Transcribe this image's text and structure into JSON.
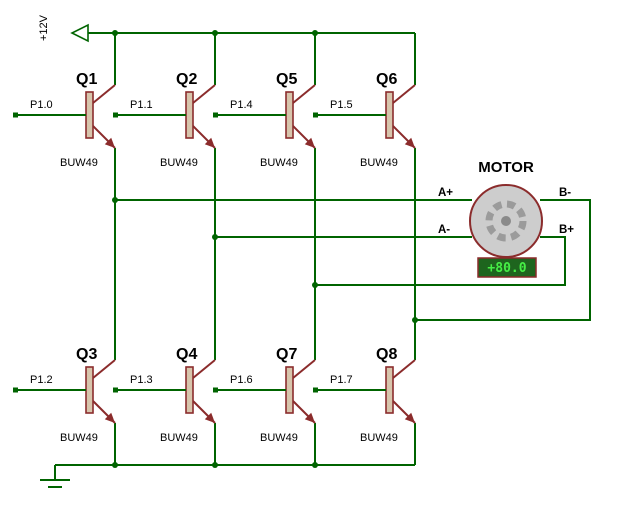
{
  "schematic": {
    "power_label": "+12V",
    "motor": {
      "label": "MOTOR",
      "display_value": "+80.0",
      "terminal_a_plus": "A+",
      "terminal_a_minus": "A-",
      "terminal_b_minus": "B-",
      "terminal_b_plus": "B+"
    },
    "transistors": [
      {
        "ref": "Q1",
        "part": "BUW49",
        "input": "P1.0"
      },
      {
        "ref": "Q2",
        "part": "BUW49",
        "input": "P1.1"
      },
      {
        "ref": "Q5",
        "part": "BUW49",
        "input": "P1.4"
      },
      {
        "ref": "Q6",
        "part": "BUW49",
        "input": "P1.5"
      },
      {
        "ref": "Q3",
        "part": "BUW49",
        "input": "P1.2"
      },
      {
        "ref": "Q4",
        "part": "BUW49",
        "input": "P1.3"
      },
      {
        "ref": "Q7",
        "part": "BUW49",
        "input": "P1.6"
      },
      {
        "ref": "Q8",
        "part": "BUW49",
        "input": "P1.7"
      }
    ],
    "colors": {
      "wire": "#006400",
      "outline": "#8b2c2c",
      "fill": "#d7c5ac",
      "display_bg": "#1e651e",
      "display_text": "#46ef46"
    }
  }
}
